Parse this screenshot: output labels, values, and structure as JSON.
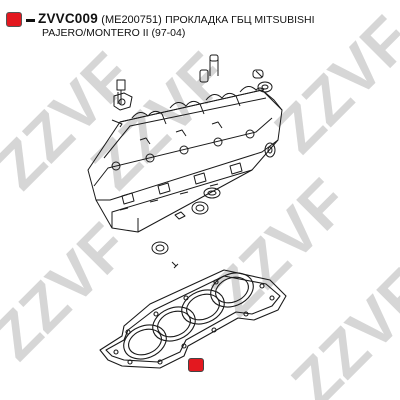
{
  "header": {
    "code": "ZVVC009",
    "reference": "(ME200751)",
    "description": "ПРОКЛАДКА ГБЦ MITSUBISHI",
    "application": "PAJERO/MONTERO II (97-04)"
  },
  "watermark": {
    "text": "ZZVF",
    "color": "#c8c8c8"
  },
  "accent_color": "#e3181f"
}
